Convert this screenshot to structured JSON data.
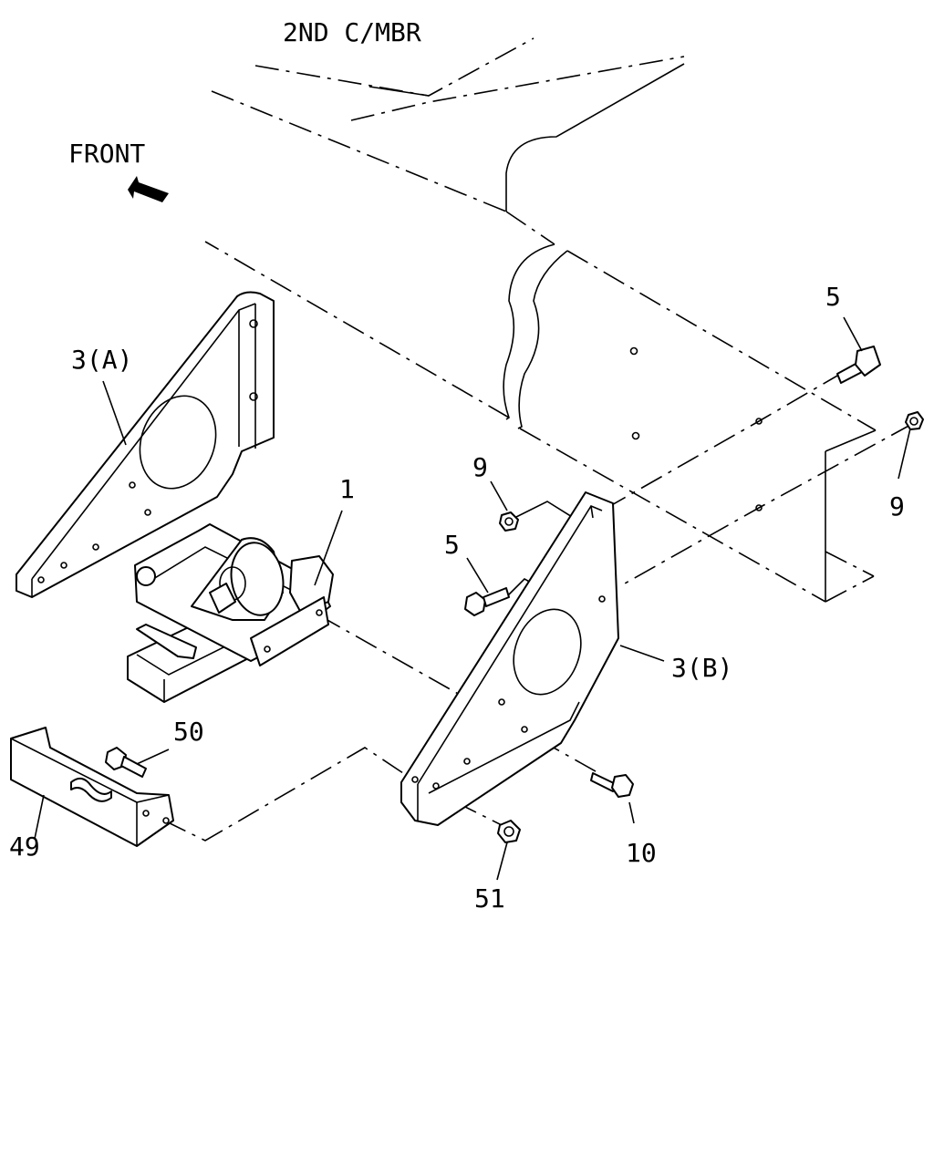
{
  "labels": {
    "crossmember": "2ND C/MBR",
    "front": "FRONT",
    "part_3a": "3(A)",
    "part_3b": "3(B)",
    "part_1": "1",
    "part_5_top": "5",
    "part_5_mid": "5",
    "part_9_left": "9",
    "part_9_right": "9",
    "part_10": "10",
    "part_49": "49",
    "part_50": "50",
    "part_51": "51"
  },
  "icons": {
    "front_arrow": "arrow-up-left-icon"
  }
}
